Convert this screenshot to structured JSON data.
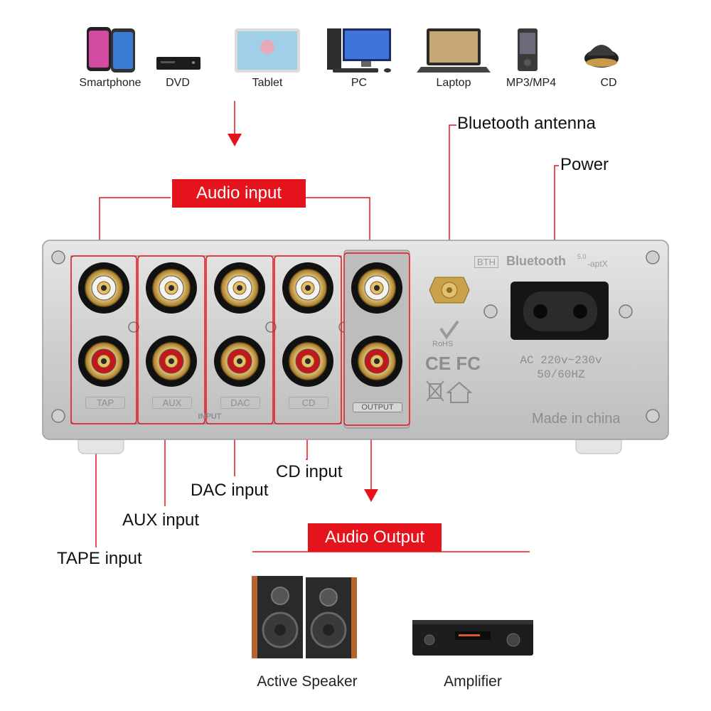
{
  "sources": [
    {
      "icon": "smartphone-icon",
      "label": "Smartphone"
    },
    {
      "icon": "dvd-player-icon",
      "label": "DVD"
    },
    {
      "icon": "tablet-icon",
      "label": "Tablet"
    },
    {
      "icon": "pc-icon",
      "label": "PC"
    },
    {
      "icon": "laptop-icon",
      "label": "Laptop"
    },
    {
      "icon": "mp3-player-icon",
      "label": "MP3/MP4"
    },
    {
      "icon": "cd-player-icon",
      "label": "CD"
    }
  ],
  "banners": {
    "audio_input": "Audio input",
    "audio_output": "Audio Output"
  },
  "callouts": {
    "bluetooth_antenna": "Bluetooth antenna",
    "power": "Power",
    "cd_input": "CD input",
    "dac_input": "DAC input",
    "aux_input": "AUX input",
    "tape_input": "TAPE input"
  },
  "panel": {
    "jack_labels": [
      "TAP",
      "AUX",
      "DAC",
      "CD"
    ],
    "output_label": "OUTPUT",
    "input_label": "INPUT",
    "bth_label": "BTH",
    "bluetooth_logo": "Bluetooth",
    "bluetooth_version": "5.0",
    "aptx": "-aptX",
    "rohs": "RoHS",
    "ce_fc": "CE FC",
    "ac_line1": "AC 220v~230v",
    "ac_line2": "50/60HZ",
    "made_in": "Made in china"
  },
  "outputs": [
    {
      "icon": "active-speaker-icon",
      "label": "Active Speaker"
    },
    {
      "icon": "amplifier-icon",
      "label": "Amplifier"
    }
  ],
  "colors": {
    "accent_red": "#e5131b",
    "panel_silver": "#d4d4d4",
    "rca_gold": "#c9a043",
    "rca_white": "#f3f3f3",
    "rca_red": "#c4161c"
  }
}
